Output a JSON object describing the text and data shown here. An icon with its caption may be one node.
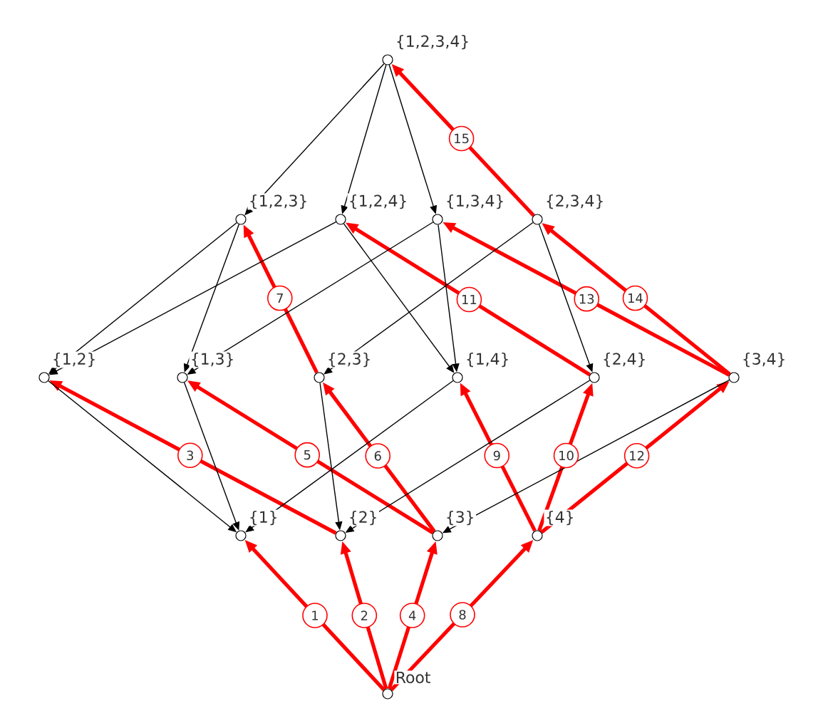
{
  "diagram": {
    "nodes": [
      {
        "text": [
          "{1,2,3,4}"
        ]
      },
      {
        "text": [
          "{1,2,3}"
        ]
      },
      {
        "text": [
          "{1,2,4}"
        ]
      },
      {
        "text": [
          "{1,3,4}"
        ]
      },
      {
        "text": [
          "{2,3,4}"
        ]
      },
      {
        "text": [
          "{1,2}"
        ]
      },
      {
        "text": [
          "{1,3}"
        ]
      },
      {
        "text": [
          "{2,3}"
        ]
      },
      {
        "text": [
          "{1,4}"
        ]
      },
      {
        "text": [
          "{2,4}"
        ]
      },
      {
        "text": [
          "{3,4}"
        ]
      },
      {
        "text": [
          "{1}"
        ]
      },
      {
        "text": [
          "{2}"
        ]
      },
      {
        "text": [
          "{3}"
        ]
      },
      {
        "text": [
          "{4}"
        ]
      },
      {
        "text": [
          "Root"
        ]
      }
    ],
    "edges": [
      {
        "from": 15,
        "to": 11,
        "arrow": "to",
        "label": "1",
        "style": "thick",
        "color": "#ff0000"
      },
      {
        "from": 15,
        "to": 12,
        "arrow": "to",
        "label": "2",
        "style": "thick",
        "color": "#ff0000"
      },
      {
        "from": 12,
        "to": 5,
        "arrow": "to",
        "label": "3",
        "style": "thick",
        "color": "#ff0000"
      },
      {
        "from": 15,
        "to": 13,
        "arrow": "to",
        "label": "4",
        "style": "thick",
        "color": "#ff0000"
      },
      {
        "from": 13,
        "to": 6,
        "arrow": "to",
        "label": "5",
        "style": "thick",
        "color": "#ff0000"
      },
      {
        "from": 13,
        "to": 7,
        "arrow": "to",
        "label": "6",
        "style": "thick",
        "color": "#ff0000"
      },
      {
        "from": 7,
        "to": 1,
        "arrow": "to",
        "label": "7",
        "style": "thick",
        "color": "#ff0000"
      },
      {
        "from": 15,
        "to": 14,
        "arrow": "to",
        "label": "8",
        "style": "thick",
        "color": "#ff0000"
      },
      {
        "from": 14,
        "to": 8,
        "arrow": "to",
        "label": "9",
        "style": "thick",
        "color": "#ff0000"
      },
      {
        "from": 14,
        "to": 9,
        "arrow": "to",
        "label": "10",
        "style": "thick",
        "color": "#ff0000"
      },
      {
        "from": 9,
        "to": 2,
        "arrow": "to",
        "label": "11",
        "style": "thick",
        "color": "#ff0000"
      },
      {
        "from": 14,
        "to": 10,
        "arrow": "to",
        "label": "12",
        "style": "thick",
        "color": "#ff0000"
      },
      {
        "from": 10,
        "to": 3,
        "arrow": "to",
        "label": "13",
        "style": "thick",
        "color": "#ff0000"
      },
      {
        "from": 10,
        "to": 4,
        "arrow": "to",
        "label": "14",
        "style": "thick",
        "color": "#ff0000"
      },
      {
        "from": 4,
        "to": 0,
        "arrow": "to",
        "label": "15",
        "style": "thick",
        "color": "#ff0000"
      },
      {
        "from": 0,
        "to": 1,
        "arrow": "to"
      },
      {
        "from": 0,
        "to": 2,
        "arrow": "to"
      },
      {
        "from": 0,
        "to": 3,
        "arrow": "to"
      },
      {
        "from": 1,
        "to": 5,
        "arrow": "to"
      },
      {
        "from": 1,
        "to": 6,
        "arrow": "to"
      },
      {
        "from": 2,
        "to": 5,
        "arrow": "to"
      },
      {
        "from": 2,
        "to": 8,
        "arrow": "to"
      },
      {
        "from": 3,
        "to": 6,
        "arrow": "to"
      },
      {
        "from": 3,
        "to": 8,
        "arrow": "to"
      },
      {
        "from": 4,
        "to": 7,
        "arrow": "to"
      },
      {
        "from": 4,
        "to": 9,
        "arrow": "to"
      },
      {
        "from": 5,
        "to": 11,
        "arrow": "to"
      },
      {
        "from": 6,
        "to": 11,
        "arrow": "to"
      },
      {
        "from": 8,
        "to": 11,
        "arrow": "to"
      },
      {
        "from": 7,
        "to": 12,
        "arrow": "to"
      },
      {
        "from": 9,
        "to": 12,
        "arrow": "to"
      },
      {
        "from": 10,
        "to": 13,
        "arrow": "to"
      }
    ]
  }
}
